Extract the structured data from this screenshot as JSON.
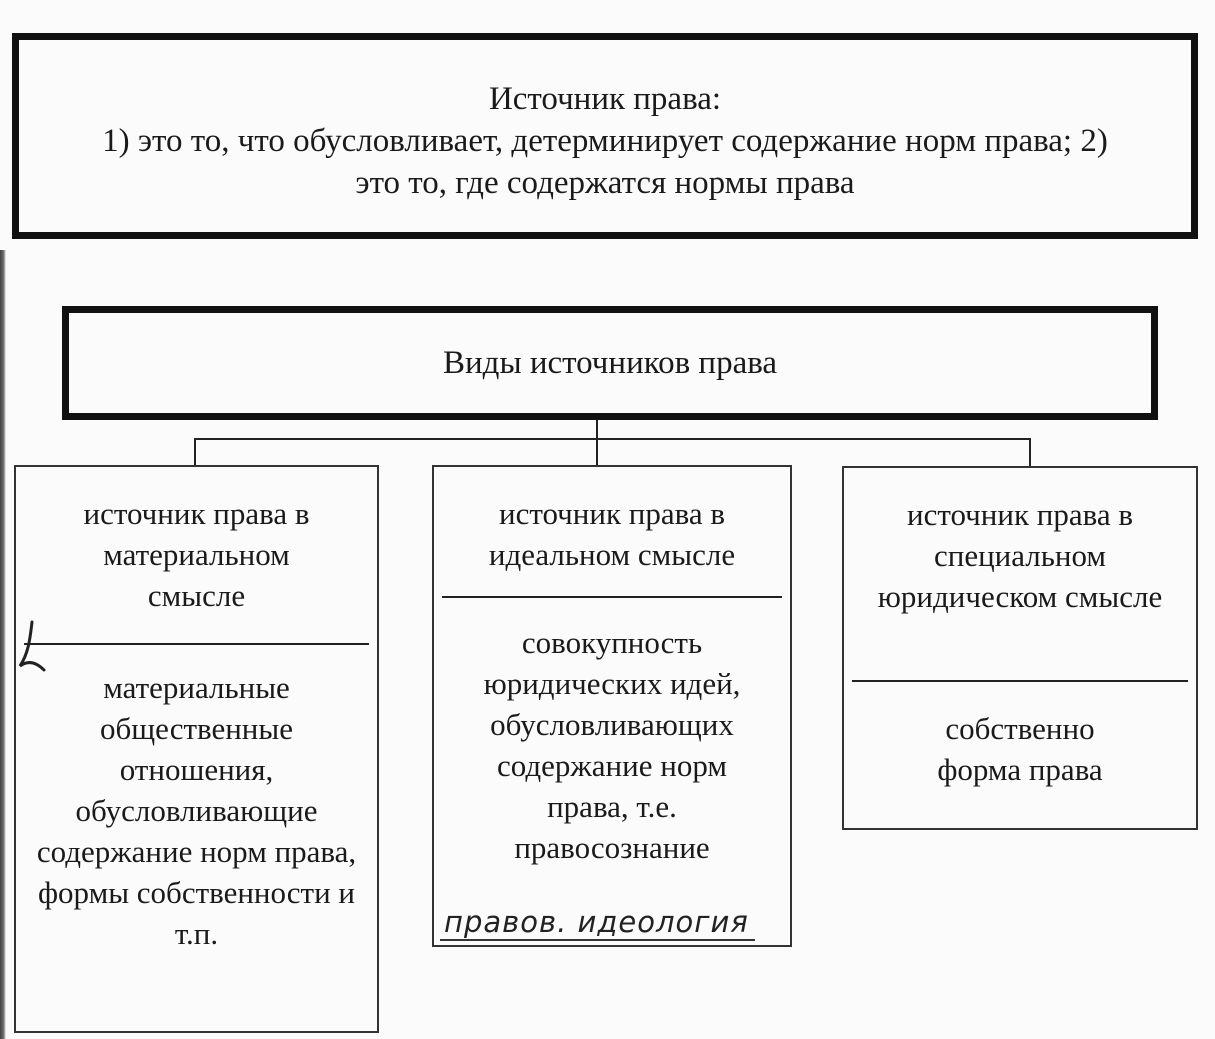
{
  "definition": {
    "title": "Источник права:",
    "body": "1) это то, что обусловливает, детерминирует содержание норм права; 2) это то, где содержатся нормы права"
  },
  "types": {
    "title": "Виды источников права"
  },
  "columns": [
    {
      "heading": "источник права в материальном смысле",
      "description": "материальные общественные отношения, обусловливающие содержание норм права, формы собственности и т.п."
    },
    {
      "heading": "источник права в идеальном смысле",
      "description": "совокупность юридических идей, обусловливающих содержание норм права, т.е. правосознание"
    },
    {
      "heading": "источник права в специальном юридическом смысле",
      "description": "собственно форма права"
    }
  ],
  "annotations": {
    "handwritten_note": "правов. идеология"
  }
}
